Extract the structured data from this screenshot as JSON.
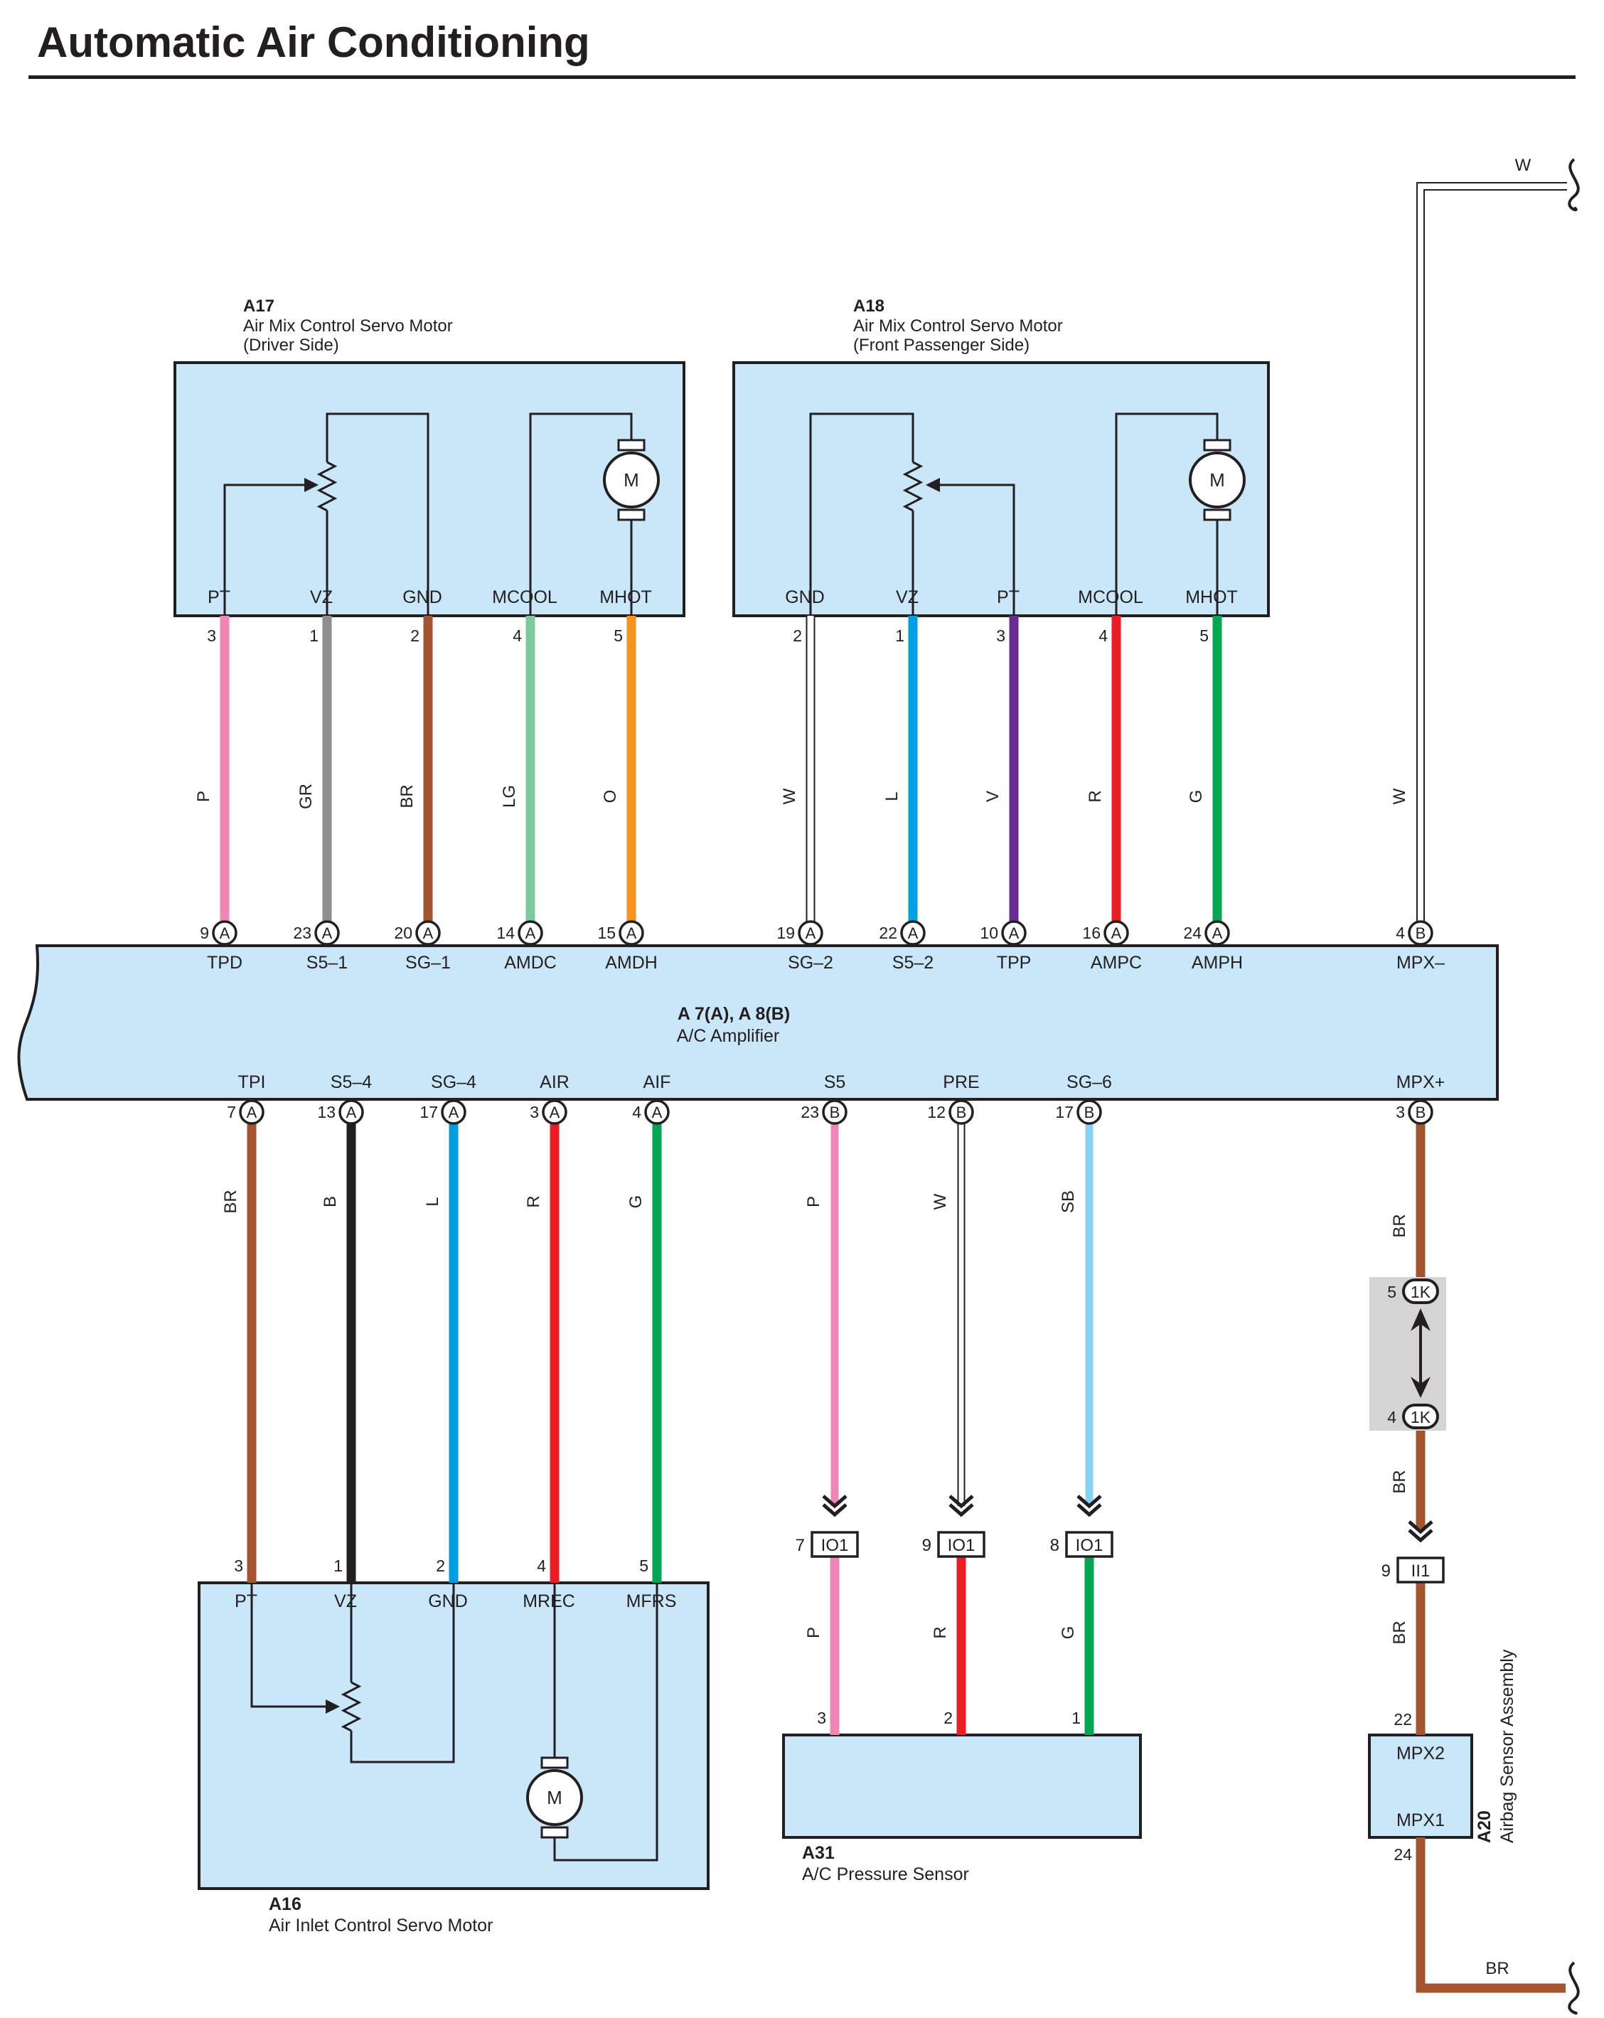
{
  "title": "Automatic Air Conditioning",
  "colors": {
    "box_fill": "#c9e7f8",
    "box_stroke": "#231f20",
    "W": "#ffffff",
    "P": "#ef86b6",
    "GR": "#8e8e8e",
    "BR": "#a4552f",
    "LG": "#7cc99e",
    "O": "#f6921e",
    "L": "#009fe3",
    "V": "#6a2c8e",
    "R": "#ed1c24",
    "G": "#00a651",
    "B": "#231f20",
    "SB": "#87d3f2",
    "connector_shade": "#d4d4d4"
  },
  "components": {
    "a17": {
      "id": "A17",
      "name": "Air Mix Control Servo Motor",
      "side": "(Driver Side)"
    },
    "a18": {
      "id": "A18",
      "name": "Air Mix Control Servo Motor",
      "side": "(Front Passenger Side)"
    },
    "amp": {
      "id": "A 7(A), A 8(B)",
      "name": "A/C Amplifier"
    },
    "a16": {
      "id": "A16",
      "name": "Air Inlet Control Servo Motor"
    },
    "a31": {
      "id": "A31",
      "name": "A/C Pressure Sensor"
    },
    "a20": {
      "id": "A20",
      "name": "Airbag Sensor Assembly",
      "pins": [
        "MPX2",
        "MPX1"
      ]
    }
  },
  "motor_symbol": "M",
  "wires": [
    {
      "group": "A17",
      "term": "PT",
      "pin": "3",
      "color": "P",
      "amp_pin": "9",
      "conn": "A",
      "amp_term": "TPD"
    },
    {
      "group": "A17",
      "term": "VZ",
      "pin": "1",
      "color": "GR",
      "amp_pin": "23",
      "conn": "A",
      "amp_term": "S5–1"
    },
    {
      "group": "A17",
      "term": "GND",
      "pin": "2",
      "color": "BR",
      "amp_pin": "20",
      "conn": "A",
      "amp_term": "SG–1"
    },
    {
      "group": "A17",
      "term": "MCOOL",
      "pin": "4",
      "color": "LG",
      "amp_pin": "14",
      "conn": "A",
      "amp_term": "AMDC"
    },
    {
      "group": "A17",
      "term": "MHOT",
      "pin": "5",
      "color": "O",
      "amp_pin": "15",
      "conn": "A",
      "amp_term": "AMDH"
    },
    {
      "group": "A18",
      "term": "GND",
      "pin": "2",
      "color": "W",
      "amp_pin": "19",
      "conn": "A",
      "amp_term": "SG–2"
    },
    {
      "group": "A18",
      "term": "VZ",
      "pin": "1",
      "color": "L",
      "amp_pin": "22",
      "conn": "A",
      "amp_term": "S5–2"
    },
    {
      "group": "A18",
      "term": "PT",
      "pin": "3",
      "color": "V",
      "amp_pin": "10",
      "conn": "A",
      "amp_term": "TPP"
    },
    {
      "group": "A18",
      "term": "MCOOL",
      "pin": "4",
      "color": "R",
      "amp_pin": "16",
      "conn": "A",
      "amp_term": "AMPC"
    },
    {
      "group": "A18",
      "term": "MHOT",
      "pin": "5",
      "color": "G",
      "amp_pin": "24",
      "conn": "A",
      "amp_term": "AMPH"
    },
    {
      "group": "A16",
      "term": "PT",
      "pin": "3",
      "color": "BR",
      "amp_pin": "7",
      "conn": "A",
      "amp_term": "TPI"
    },
    {
      "group": "A16",
      "term": "VZ",
      "pin": "1",
      "color": "B",
      "amp_pin": "13",
      "conn": "A",
      "amp_term": "S5–4"
    },
    {
      "group": "A16",
      "term": "GND",
      "pin": "2",
      "color": "L",
      "amp_pin": "17",
      "conn": "A",
      "amp_term": "SG–4"
    },
    {
      "group": "A16",
      "term": "MREC",
      "pin": "4",
      "color": "R",
      "amp_pin": "3",
      "conn": "A",
      "amp_term": "AIR"
    },
    {
      "group": "A16",
      "term": "MFRS",
      "pin": "5",
      "color": "G",
      "amp_pin": "4",
      "conn": "A",
      "amp_term": "AIF"
    },
    {
      "group": "A31",
      "amp_term": "S5",
      "amp_pin": "23",
      "conn": "B",
      "color": "P",
      "io_pin": "7",
      "io": "IO1",
      "color2": "P",
      "pin": "3"
    },
    {
      "group": "A31",
      "amp_term": "PRE",
      "amp_pin": "12",
      "conn": "B",
      "color": "W",
      "io_pin": "9",
      "io": "IO1",
      "color2": "R",
      "pin": "2"
    },
    {
      "group": "A31",
      "amp_term": "SG–6",
      "amp_pin": "17",
      "conn": "B",
      "color": "SB",
      "io_pin": "8",
      "io": "IO1",
      "color2": "G",
      "pin": "1"
    }
  ],
  "mpx": {
    "minus_term": "MPX–",
    "minus_pin": "4",
    "minus_conn": "B",
    "minus_color": "W",
    "top_color": "W",
    "plus_term": "MPX+",
    "plus_pin": "3",
    "plus_conn": "B",
    "color_1": "BR",
    "k_pin_top": "5",
    "k_label": "1K",
    "k_pin_bot": "4",
    "color_2": "BR",
    "ii_pin": "9",
    "ii_label": "II1",
    "color_3": "BR",
    "a20_pin_top": "22",
    "a20_pin_bot": "24",
    "bottom_color": "BR"
  }
}
